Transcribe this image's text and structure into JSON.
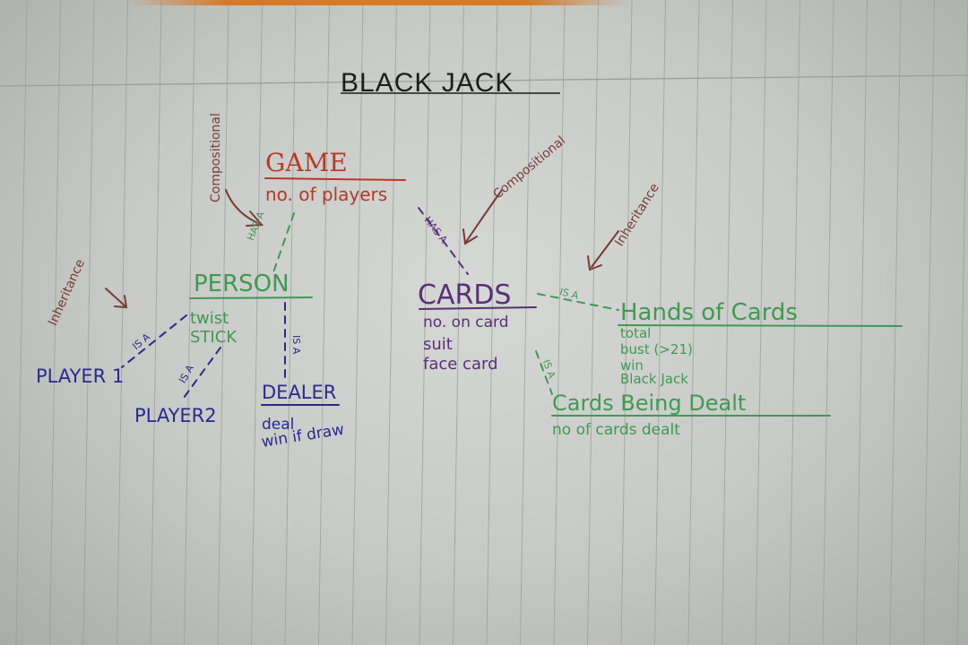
{
  "title": "BLACK JACK",
  "classes": {
    "game": {
      "name": "GAME",
      "attributes": [
        "no. of players"
      ]
    },
    "person": {
      "name": "PERSON",
      "attributes": [
        "twist",
        "stick"
      ]
    },
    "player1": {
      "name": "PLAYER 1"
    },
    "player2": {
      "name": "PLAYER2"
    },
    "dealer": {
      "name": "DEALER",
      "attributes": [
        "deal",
        "win if draw"
      ]
    },
    "cards": {
      "name": "CARDS",
      "attributes": [
        "no. on card",
        "suit",
        "face card"
      ]
    },
    "hands": {
      "name": "Hands of Cards",
      "attributes": [
        "total",
        "bust (>21)",
        "win",
        "Black Jack"
      ]
    },
    "dealt": {
      "name": "Cards Being Dealt",
      "attributes": [
        "no of cards dealt"
      ]
    }
  },
  "relation_labels": {
    "has_a_1": "HAS A",
    "has_a_2": "HAS A",
    "is_a_player1": "IS A",
    "is_a_player2": "IS A",
    "is_a_dealer": "IS A",
    "is_a_hands": "IS A",
    "is_a_dealt": "IS A"
  },
  "annotations": {
    "compositional_left": "Compositional",
    "compositional_right": "Compositional",
    "inheritance_left": "Inheritance",
    "inheritance_right": "Inheritance"
  },
  "colors": {
    "paper": "#cfd1ce",
    "rule_line": "#9a9d9a",
    "title": "#1c1c1c",
    "game": "#b53a24",
    "composition_annotation": "#7a3a34",
    "person": "#3f9a4f",
    "player": "#2a2a8a",
    "cards": "#5a2f78",
    "hands": "#3f9a4f"
  }
}
